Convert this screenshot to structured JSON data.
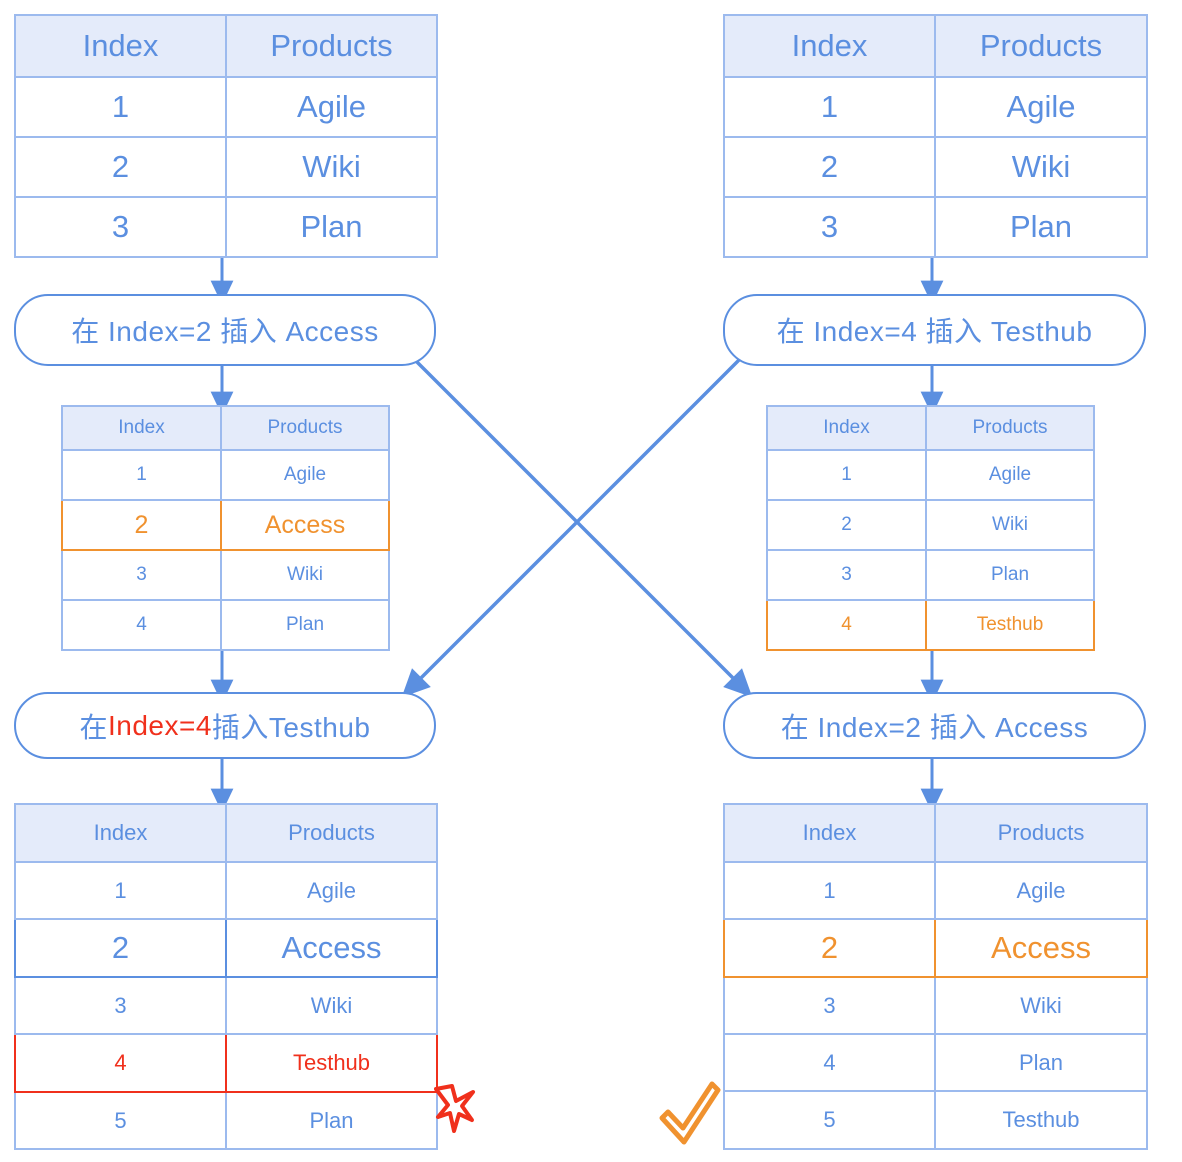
{
  "colors": {
    "blue": "#5B8FE0",
    "blue_border": "#9CBAEE",
    "header_fill": "#E4EBFA",
    "orange": "#F0922F",
    "red": "#F0301C"
  },
  "columns": {
    "index": "Index",
    "products": "Products"
  },
  "tables": {
    "top_left": {
      "header": [
        "Index",
        "Products"
      ],
      "rows": [
        {
          "index": "1",
          "product": "Agile",
          "style": "normal"
        },
        {
          "index": "2",
          "product": "Wiki",
          "style": "normal"
        },
        {
          "index": "3",
          "product": "Plan",
          "style": "normal"
        }
      ]
    },
    "top_right": {
      "header": [
        "Index",
        "Products"
      ],
      "rows": [
        {
          "index": "1",
          "product": "Agile",
          "style": "normal"
        },
        {
          "index": "2",
          "product": "Wiki",
          "style": "normal"
        },
        {
          "index": "3",
          "product": "Plan",
          "style": "normal"
        }
      ]
    },
    "mid_left": {
      "header": [
        "Index",
        "Products"
      ],
      "rows": [
        {
          "index": "1",
          "product": "Agile",
          "style": "normal"
        },
        {
          "index": "2",
          "product": "Access",
          "style": "orange"
        },
        {
          "index": "3",
          "product": "Wiki",
          "style": "normal"
        },
        {
          "index": "4",
          "product": "Plan",
          "style": "normal"
        }
      ]
    },
    "mid_right": {
      "header": [
        "Index",
        "Products"
      ],
      "rows": [
        {
          "index": "1",
          "product": "Agile",
          "style": "normal"
        },
        {
          "index": "2",
          "product": "Wiki",
          "style": "normal"
        },
        {
          "index": "3",
          "product": "Plan",
          "style": "normal"
        },
        {
          "index": "4",
          "product": "Testhub",
          "style": "orange"
        }
      ]
    },
    "bottom_left": {
      "header": [
        "Index",
        "Products"
      ],
      "rows": [
        {
          "index": "1",
          "product": "Agile",
          "style": "normal"
        },
        {
          "index": "2",
          "product": "Access",
          "style": "blue-strong"
        },
        {
          "index": "3",
          "product": "Wiki",
          "style": "normal"
        },
        {
          "index": "4",
          "product": "Testhub",
          "style": "red"
        },
        {
          "index": "5",
          "product": "Plan",
          "style": "normal"
        }
      ]
    },
    "bottom_right": {
      "header": [
        "Index",
        "Products"
      ],
      "rows": [
        {
          "index": "1",
          "product": "Agile",
          "style": "normal"
        },
        {
          "index": "2",
          "product": "Access",
          "style": "orange"
        },
        {
          "index": "3",
          "product": "Wiki",
          "style": "normal"
        },
        {
          "index": "4",
          "product": "Plan",
          "style": "normal"
        },
        {
          "index": "5",
          "product": "Testhub",
          "style": "normal"
        }
      ]
    }
  },
  "steps": {
    "left_first": {
      "text": "在 Index=2 插入 Access"
    },
    "left_second": {
      "prefix": "在 ",
      "highlight": "Index=4",
      "suffix": " 插入Testhub"
    },
    "right_first": {
      "text": "在 Index=4 插入 Testhub"
    },
    "right_second": {
      "text": "在 Index=2 插入 Access"
    }
  },
  "marks": {
    "wrong": {
      "name": "cross-mark",
      "glyph": "✗"
    },
    "right": {
      "name": "check-mark",
      "glyph": "✓"
    }
  }
}
